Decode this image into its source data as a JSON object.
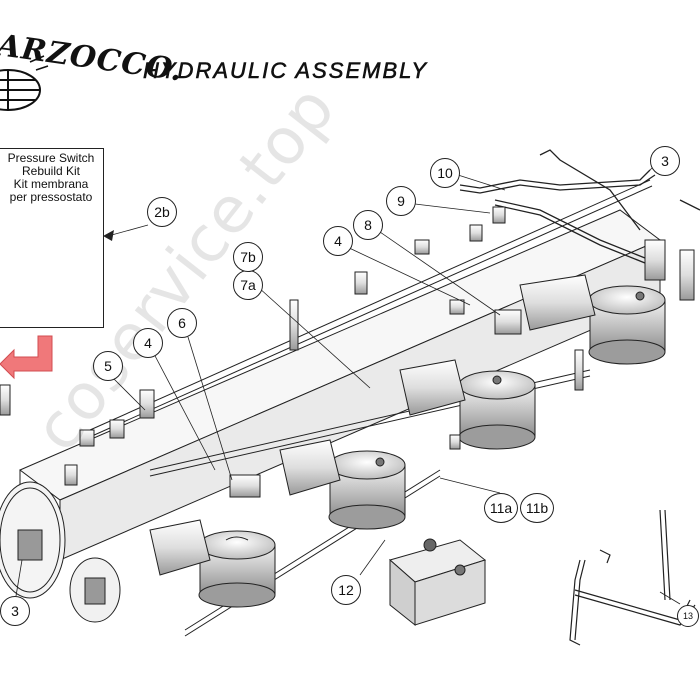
{
  "logo": {
    "text": "ARZOCCO."
  },
  "title": "HYDRAULIC ASSEMBLY",
  "kit": {
    "lines": [
      "Pressure Switch",
      "Rebuild Kit",
      "Kit membrana",
      "per pressostato"
    ]
  },
  "watermark": "coservice.top",
  "callouts": {
    "c2b": "2b",
    "c3_top": "3",
    "c3_bottom": "3",
    "c4_upper": "4",
    "c4_lower": "4",
    "c5": "5",
    "c6": "6",
    "c7a": "7a",
    "c7b": "7b",
    "c8": "8",
    "c9": "9",
    "c10": "10",
    "c11a": "11a",
    "c11b": "11b",
    "c12": "12",
    "c13": "13"
  },
  "colors": {
    "arrow": "#f0787a",
    "line": "#222222"
  }
}
